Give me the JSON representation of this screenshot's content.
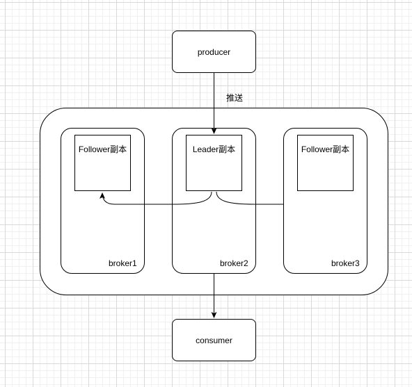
{
  "nodes": {
    "producer": "producer",
    "consumer": "consumer",
    "broker1": "broker1",
    "broker2": "broker2",
    "broker3": "broker3",
    "follower1": "Follower副本",
    "leader": "Leader副本",
    "follower3": "Follower副本"
  },
  "edges": {
    "push_label": "推送"
  }
}
